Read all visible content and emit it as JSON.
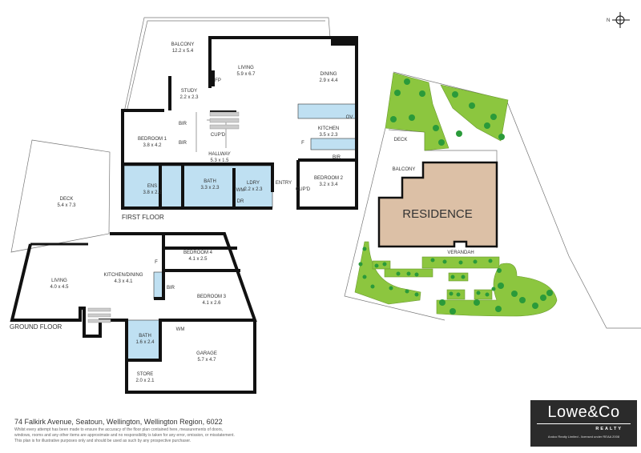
{
  "first_floor": {
    "label": "FIRST FLOOR",
    "rooms": [
      {
        "name": "BALCONY",
        "dims": "12.2 x 5.4"
      },
      {
        "name": "LIVING",
        "dims": "5.9 x 6.7"
      },
      {
        "name": "DINING",
        "dims": "2.9 x 4.4"
      },
      {
        "name": "STUDY",
        "dims": "2.2 x 2.3"
      },
      {
        "name": "BEDROOM 1",
        "dims": "3.8 x 4.2"
      },
      {
        "name": "KITCHEN",
        "dims": "3.5 x 2.3"
      },
      {
        "name": "HALLWAY",
        "dims": "5.3 x 1.5"
      },
      {
        "name": "BEDROOM 2",
        "dims": "3.2 x 3.4"
      },
      {
        "name": "ENS",
        "dims": "3.8 x 2.2"
      },
      {
        "name": "BATH",
        "dims": "3.3 x 2.3"
      },
      {
        "name": "LDRY",
        "dims": "2.2 x 2.3"
      }
    ],
    "tags": {
      "fp": "FP",
      "bir": "BIR",
      "cupd": "CUP'D",
      "ov": "OV",
      "f": "F",
      "wm": "WM",
      "dr": "DR",
      "entry": "ENTRY"
    }
  },
  "ground_floor": {
    "label": "GROUND FLOOR",
    "rooms": [
      {
        "name": "DECK",
        "dims": "5.4 x 7.3"
      },
      {
        "name": "LIVING",
        "dims": "4.0 x 4.5"
      },
      {
        "name": "KITCHEN/DINING",
        "dims": "4.3 x 4.1"
      },
      {
        "name": "BEDROOM 4",
        "dims": "4.1 x 2.5"
      },
      {
        "name": "BEDROOM 3",
        "dims": "4.1 x 2.6"
      },
      {
        "name": "BATH",
        "dims": "1.6 x 2.4"
      },
      {
        "name": "GARAGE",
        "dims": "5.7 x 4.7"
      },
      {
        "name": "STORE",
        "dims": "2.0 x 2.1"
      }
    ],
    "tags": {
      "f": "F",
      "bir": "BIR",
      "wm": "WM"
    }
  },
  "site_plan": {
    "residence": "RESIDENCE",
    "deck": "DECK",
    "balcony": "BALCONY",
    "verandah": "VERANDAH",
    "colors": {
      "residence": "#dcc0a6",
      "garden": "#8cc63f",
      "tree": "#2a9a3a"
    }
  },
  "compass": {
    "north": "N"
  },
  "footer": {
    "address": "74 Falkirk Avenue, Seatoun, Wellington, Wellington Region, 6022",
    "disclaimer": [
      "Whilst every attempt has been made to ensure the accuracy of the floor plan contained here, measurements of doors,",
      "windows, rooms and any other items are approximate and no responsibility is taken for any error, omission, or misstatement.",
      "This plan is for illustrative purposes only and should be used as such by any prospective purchaser."
    ]
  },
  "logo": {
    "brand": "Lowe&Co",
    "sub": "REALTY",
    "license": "Andco Realty Limited - licensed under REAA 2008"
  }
}
